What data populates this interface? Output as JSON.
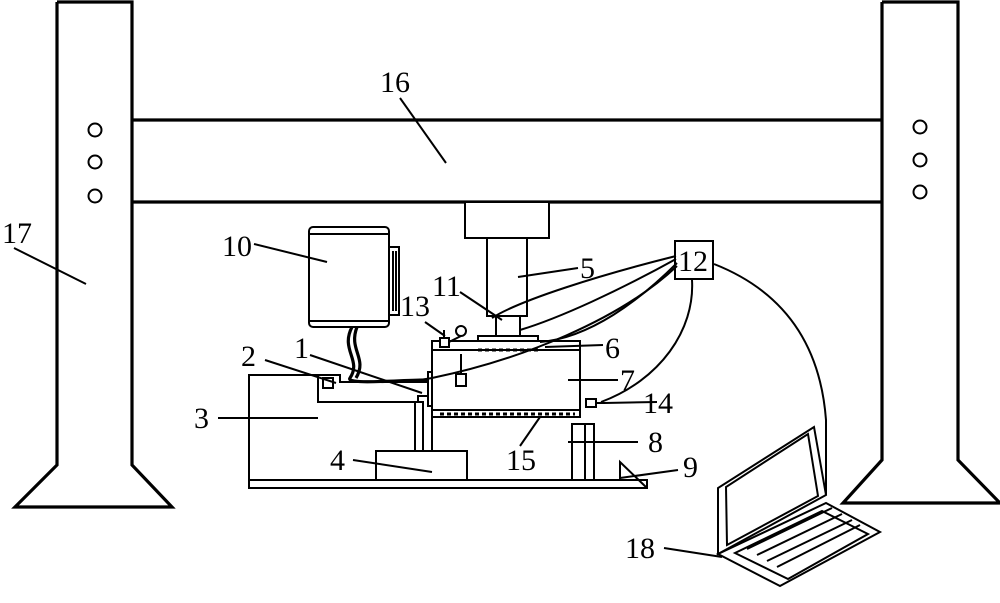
{
  "labels": {
    "l1": "1",
    "l2": "2",
    "l3": "3",
    "l4": "4",
    "l5": "5",
    "l6": "6",
    "l7": "7",
    "l8": "8",
    "l9": "9",
    "l10": "10",
    "l11": "11",
    "l12": "12",
    "l13": "13",
    "l14": "14",
    "l15": "15",
    "l16": "16",
    "l17": "17",
    "l18": "18"
  },
  "colors": {
    "line": "#000000",
    "background": "#ffffff"
  }
}
